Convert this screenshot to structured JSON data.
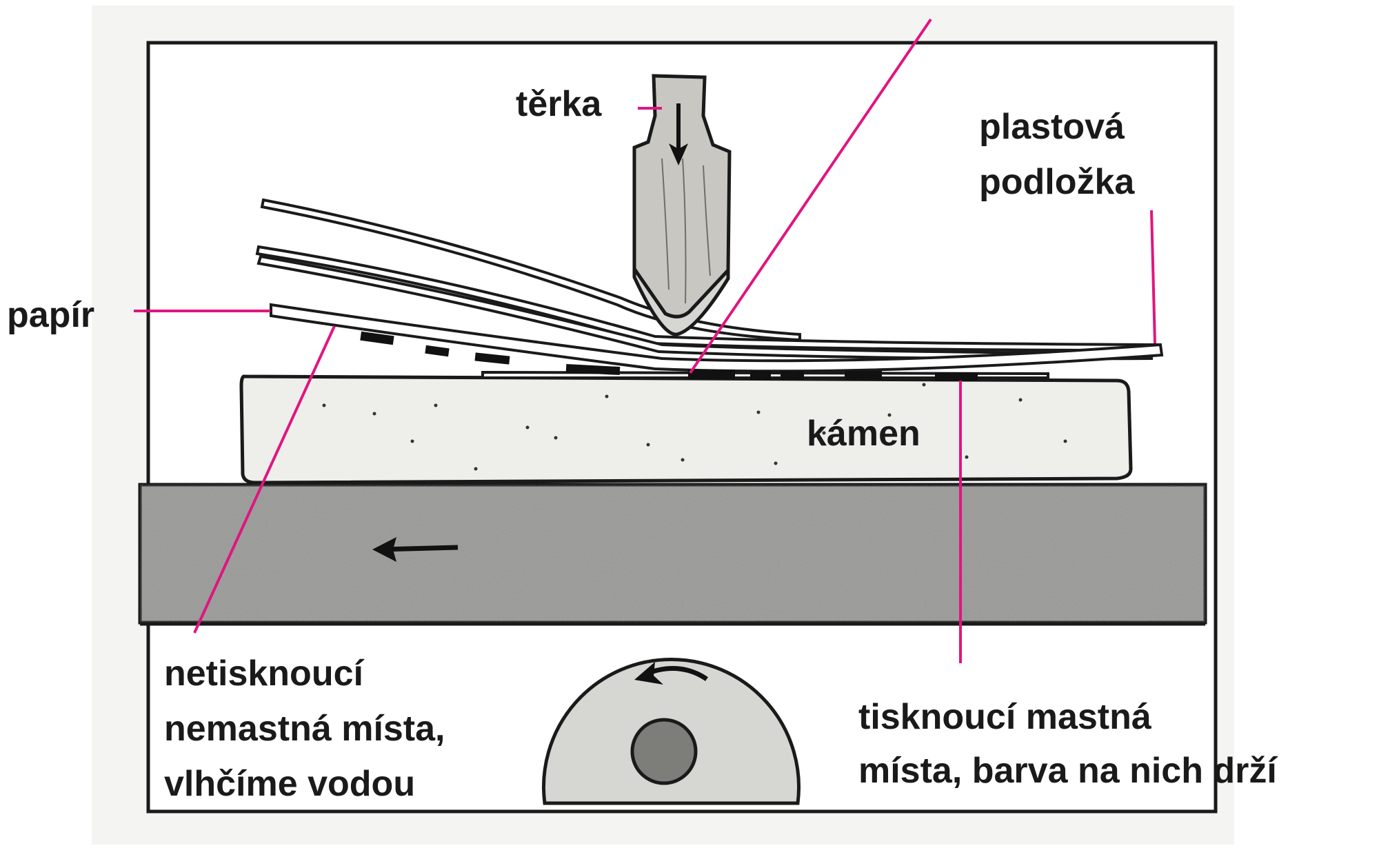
{
  "labels": {
    "terka": "těrka",
    "plastova_podlozka": [
      "plastová",
      "podložka"
    ],
    "papir": "papír",
    "kamen": "kámen",
    "netisknouci": [
      "netisknoucí",
      "nemastná místa,",
      "vlhčíme vodou"
    ],
    "tisknouci": [
      "tisknoucí mastná",
      "místa, barva na nich drží"
    ]
  },
  "colors": {
    "leader_line": "#e0157f",
    "ink": "#1a1a1a",
    "stone": "#eeeeea",
    "bed": "#a9a9a6",
    "roller": "#d6d6d2",
    "axle": "#7d7d7a",
    "scraper_wood": "#c9c7c2",
    "backdrop": "#f4f4f2"
  },
  "icons": [
    "down-arrow-icon",
    "left-arrow-icon",
    "rotate-ccw-arrow-icon"
  ]
}
